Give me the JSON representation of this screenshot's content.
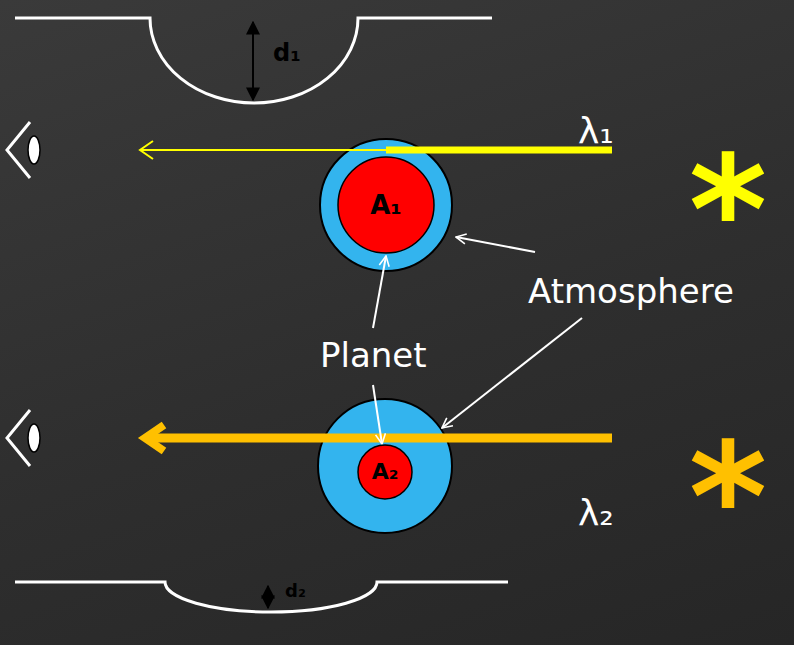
{
  "diagram": {
    "nodes": [
      {
        "text": [
          "A₁"
        ]
      },
      {
        "text": [
          "A₂"
        ]
      }
    ],
    "labels": [
      "d₁",
      "λ₁",
      "*",
      "Planet",
      "Atmosphere",
      "*",
      "λ₂",
      "d₂"
    ]
  }
}
